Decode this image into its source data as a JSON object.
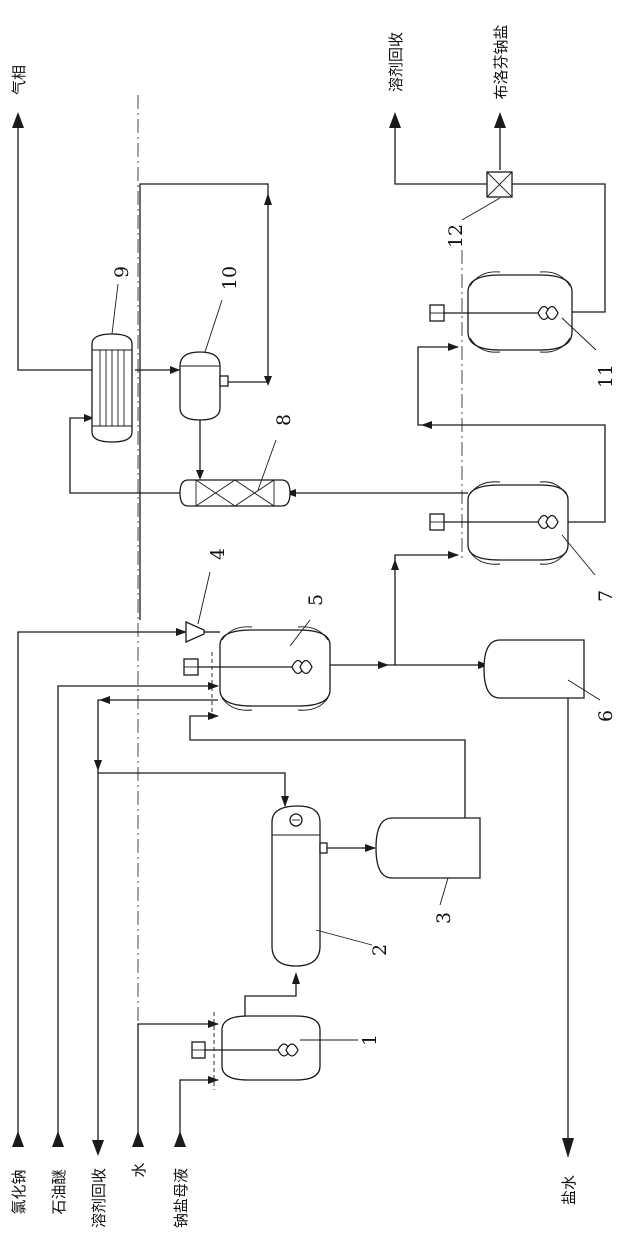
{
  "streams": {
    "gas_phase": "气相",
    "solvent_recovery_top": "溶剂回收",
    "product": "布洛芬钠盐",
    "sodium_chloride": "氯化钠",
    "petroleum_ether": "石油醚",
    "solvent_recovery_bottom": "溶剂回收",
    "water": "水",
    "mother_liquor": "钠盐母液",
    "brine": "盐水"
  },
  "equipment_numbers": [
    "1",
    "2",
    "3",
    "4",
    "5",
    "6",
    "7",
    "8",
    "9",
    "10",
    "11",
    "12"
  ]
}
